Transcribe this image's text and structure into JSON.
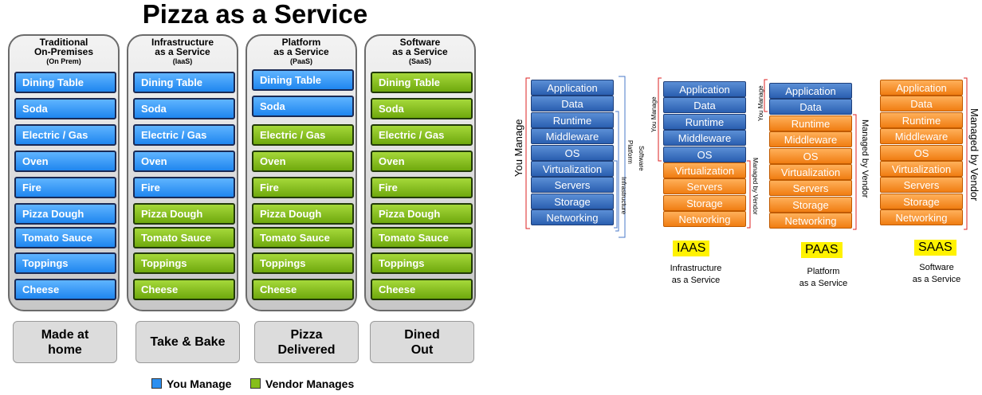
{
  "title": "Pizza as a Service",
  "columns": [
    {
      "heading": [
        "Traditional",
        "On-Premises"
      ],
      "sub": "(On Prem)"
    },
    {
      "heading": [
        "Infrastructure",
        "as a Service"
      ],
      "sub": "(IaaS)"
    },
    {
      "heading": [
        "Platform",
        "as a Service"
      ],
      "sub": "(PaaS)"
    },
    {
      "heading": [
        "Software",
        "as a Service"
      ],
      "sub": "(SaaS)"
    }
  ],
  "pizza_items": [
    "Dining Table",
    "Soda",
    "Electric / Gas",
    "Oven",
    "Fire",
    "Pizza Dough",
    "Tomato Sauce",
    "Toppings",
    "Cheese"
  ],
  "footers": [
    [
      "Made at",
      "home"
    ],
    [
      "Take & Bake"
    ],
    [
      "Pizza",
      "Delivered"
    ],
    [
      "Dined",
      "Out"
    ]
  ],
  "legend": {
    "you": "You Manage",
    "vendor": "Vendor Manages"
  },
  "colors": {
    "you_manage": "#2b8ff0",
    "vendor_manages": "#86bf1b",
    "stack_blue": "#3b6fc0",
    "stack_orange": "#f58a1f",
    "highlight": "#fff200"
  },
  "stack_items": [
    "Application",
    "Data",
    "Runtime",
    "Middleware",
    "OS",
    "Virtualization",
    "Servers",
    "Storage",
    "Networking"
  ],
  "right_labels": {
    "you_manage": "You Manage",
    "software": "Software",
    "platform": "Platform",
    "infrastructure": "Infrastructure",
    "you_manage_small": "You Manage",
    "managed_by_vendor": "Managed by Vendor",
    "managed_by_vendor_large": "Managed by Vendor"
  },
  "models": [
    {
      "tag": "IAAS",
      "caption": [
        "Infrastructure",
        "as a Service"
      ]
    },
    {
      "tag": "PAAS",
      "caption": [
        "Platform",
        "as a Service"
      ]
    },
    {
      "tag": "SAAS",
      "caption": [
        "Software",
        "as a Service"
      ]
    }
  ]
}
